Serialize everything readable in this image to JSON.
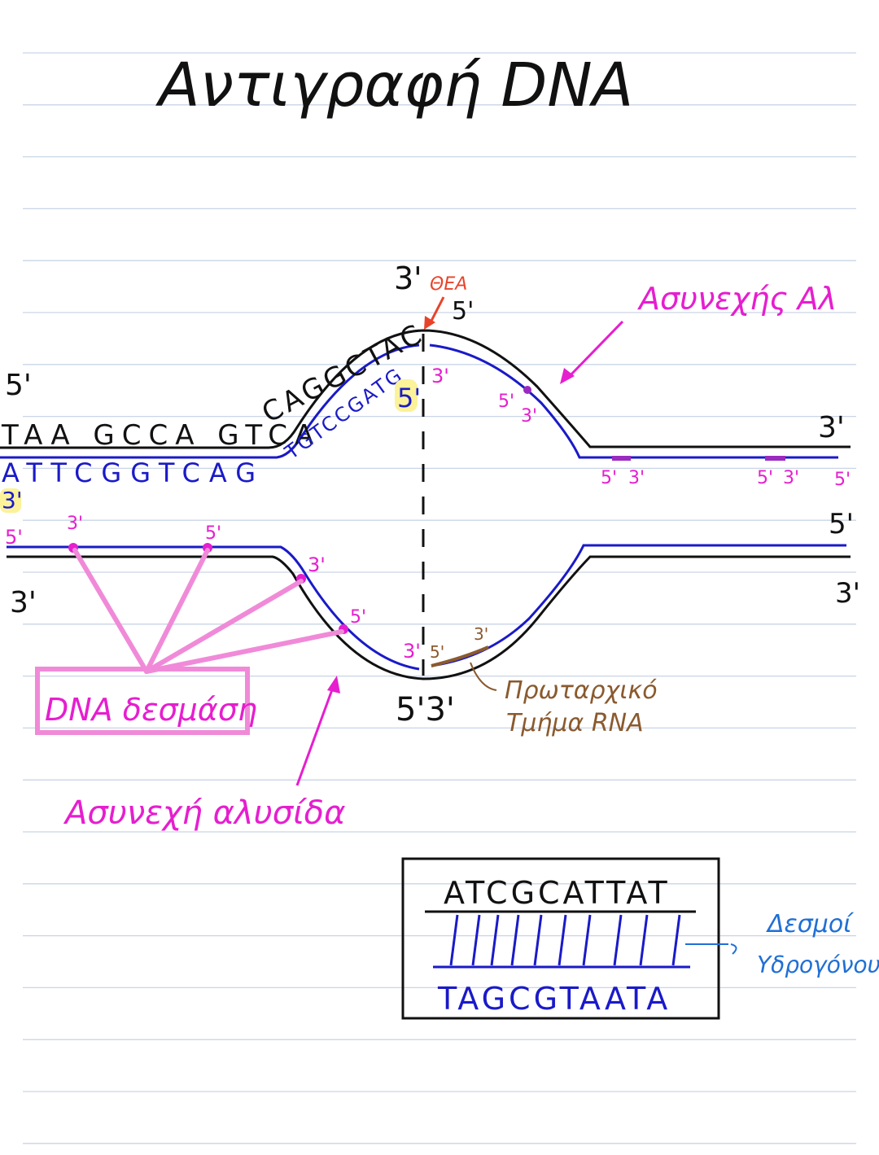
{
  "title": "Αντιγραφή DNA",
  "colors": {
    "ink": "#111111",
    "blue": "#1a1ac8",
    "magenta": "#e61ecf",
    "pink": "#f08ad8",
    "red": "#e8432a",
    "brown": "#8a5a2e",
    "lightblue": "#1f6fd6",
    "highlight": "#fbf29a",
    "rule": "#c9d5e6"
  },
  "strands": {
    "top_black_seq_left": "TAA GCCA GTCA",
    "top_black_seq_arc": "CAGGCTAC",
    "top_blue_seq_left": "ATTCGGTCAG",
    "top_blue_seq_arc": "TGTCCGATG"
  },
  "ends": {
    "top_left_5": "5'",
    "top_right_3": "3'",
    "top_mid_3": "3'",
    "top_mid_5": "5'",
    "blue_mid_3": "3'",
    "blue_mid_5": "5'",
    "blue_left_3": "3'",
    "bottom_left_5": "5'",
    "bottom_left_3": "3'",
    "bottom_right_5": "5'",
    "bottom_right_3": "3'",
    "bottom_mid": "5'3'",
    "frag_a_5": "5'",
    "frag_a_3": "3'",
    "frag_b_5": "5'",
    "frag_b_3": "3'",
    "frag_c_5": "5'",
    "frag_d_5": "5'",
    "frag_d_3": "3'",
    "lag_3a": "3'",
    "lag_5a": "5'",
    "lag_3b": "3'",
    "lag_5b": "5'",
    "arc_3": "3'",
    "primer_5": "5'",
    "primer_3": "3'"
  },
  "labels": {
    "helicase": "ΘΕΑ",
    "discontinuous": "Ασυνεχής Αλ",
    "ligase": "DNA δεσμάση",
    "lagging": "Ασυνεχή αλυσίδα",
    "primer_line1": "Πρωταρχικό",
    "primer_line2": "Τμήμα RNA",
    "hbond_line1": "Δεσμοί",
    "hbond_line2": "Υδρογόνου"
  },
  "pairing_box": {
    "top_seq": "ATCGCATTAT",
    "bottom_seq": "TAGCGTAATA"
  }
}
